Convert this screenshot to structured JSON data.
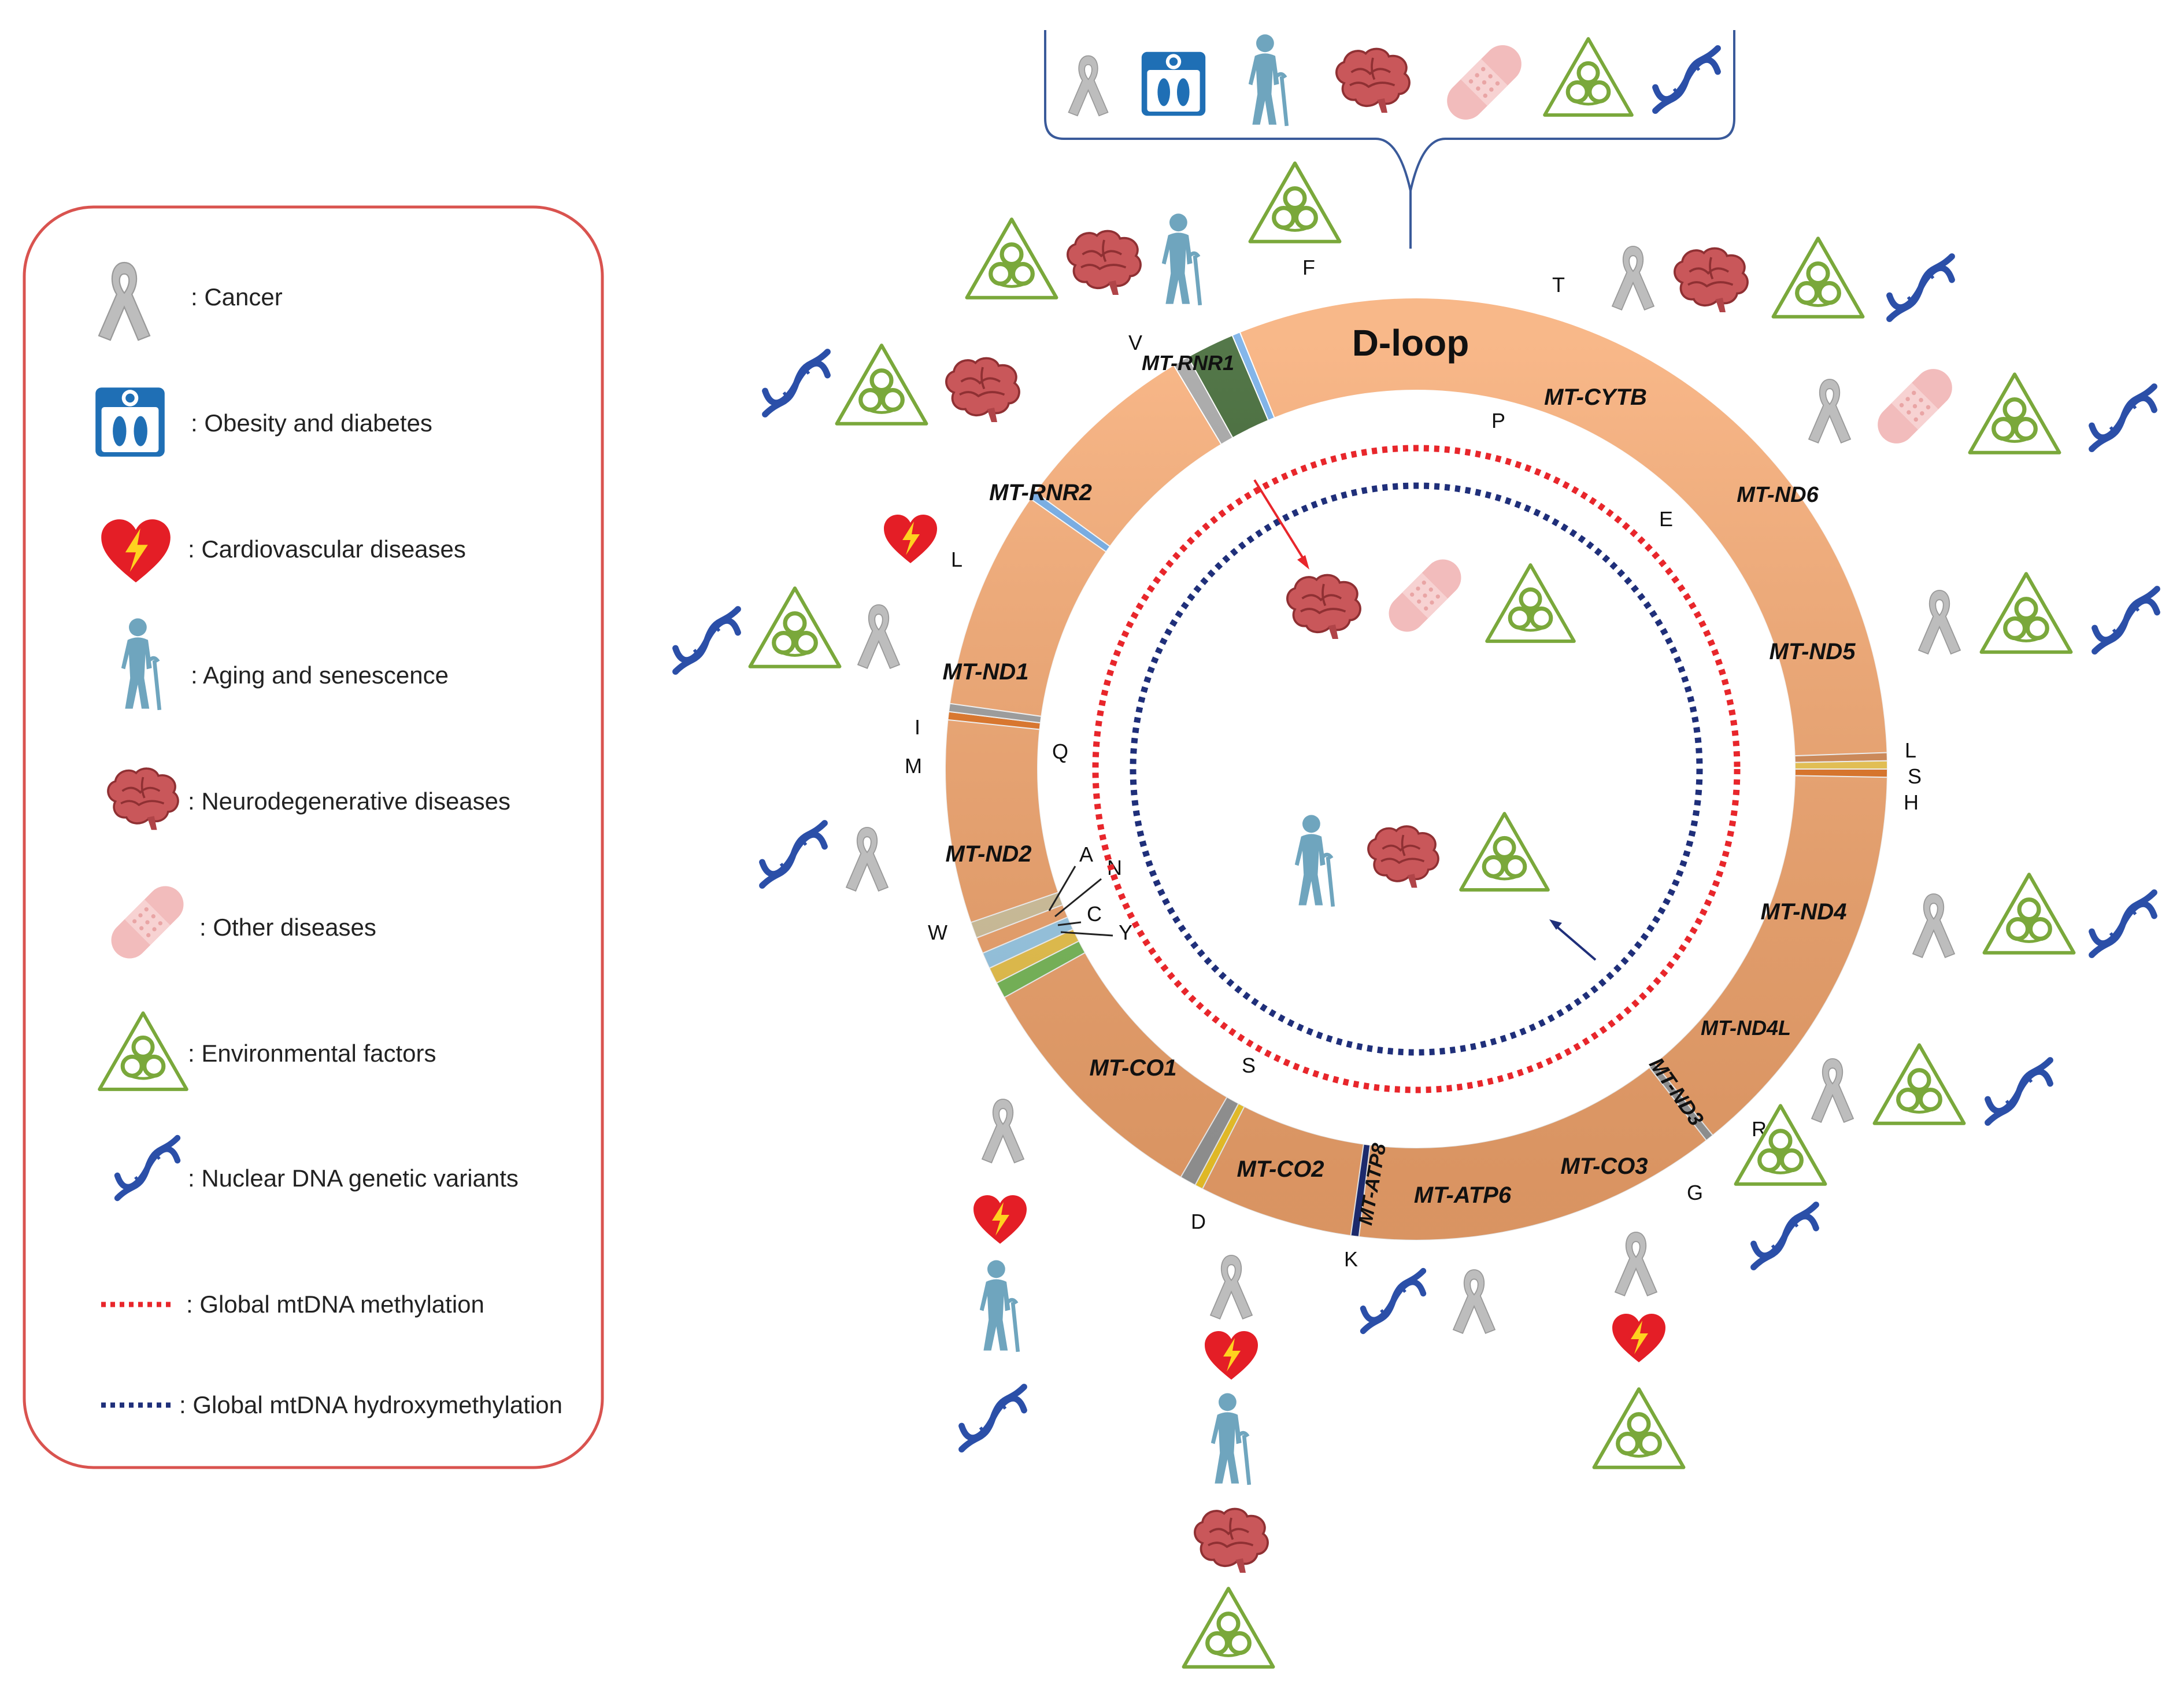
{
  "legend": {
    "items": [
      {
        "icon": "cancer-ribbon-icon",
        "label": ": Cancer"
      },
      {
        "icon": "scale-icon",
        "label": ": Obesity and diabetes"
      },
      {
        "icon": "heart-icon",
        "label": ": Cardiovascular diseases"
      },
      {
        "icon": "elderly-person-icon",
        "label": ": Aging and senescence"
      },
      {
        "icon": "brain-icon",
        "label": ": Neurodegenerative diseases"
      },
      {
        "icon": "bandage-icon",
        "label": ": Other diseases"
      },
      {
        "icon": "biohazard-icon",
        "label": ": Environmental factors"
      },
      {
        "icon": "dna-icon",
        "label": ": Nuclear DNA genetic variants"
      },
      {
        "icon": "red-dotted-line",
        "label": ": Global mtDNA methylation"
      },
      {
        "icon": "blue-dotted-line",
        "label": ": Global mtDNA hydroxymethylation"
      }
    ]
  },
  "colors": {
    "legend_border": "#d9534f",
    "methylation": "#e8262b",
    "hydroxymethylation": "#1f2f7a",
    "biohazard": "#7aa83b",
    "dna": "#2b4fa8",
    "ribbon": "#b8b8b8",
    "heart": "#e41e26",
    "brain": "#c9575a",
    "person": "#6fa5be",
    "bandage": "#f0b8b8"
  },
  "genome": {
    "dloop_label": "D-loop",
    "genes": [
      {
        "label": "MT-CYTB",
        "color": "#fdd02a"
      },
      {
        "label": "MT-ND6",
        "color": "#73b646"
      },
      {
        "label": "MT-ND5",
        "color": "#bcd5f2"
      },
      {
        "label": "MT-ND4",
        "color": "#2d6fb5"
      },
      {
        "label": "MT-ND4L",
        "color": "#456e2e"
      },
      {
        "label": "MT-ND3",
        "color": "#f4a26c"
      },
      {
        "label": "MT-CO3",
        "color": "#fdd02a"
      },
      {
        "label": "MT-ATP6",
        "color": "#8fc3ee"
      },
      {
        "label": "MT-ATP8",
        "color": "#8ccb6a"
      },
      {
        "label": "MT-CO2",
        "color": "#e6731f"
      },
      {
        "label": "MT-CO1",
        "color": "#3a86d8"
      },
      {
        "label": "MT-ND2",
        "color": "#c7e3a8"
      },
      {
        "label": "MT-ND1",
        "color": "#8d6214"
      },
      {
        "label": "MT-RNR2",
        "color": "#2f5a22"
      },
      {
        "label": "MT-RNR1",
        "color": "#f7a86f"
      }
    ],
    "trna_labels": [
      "T",
      "P",
      "E",
      "L",
      "S",
      "H",
      "R",
      "G",
      "K",
      "D",
      "S",
      "Y",
      "C",
      "N",
      "A",
      "W",
      "M",
      "Q",
      "I",
      "L",
      "V",
      "F"
    ]
  }
}
